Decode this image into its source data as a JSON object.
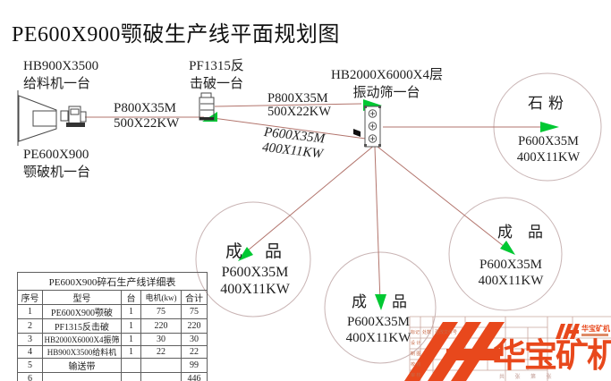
{
  "title": "PE600X900颚破生产线平面规划图",
  "equipment": {
    "feeder": {
      "l1": "HB900X3500",
      "l2": "给料机一台"
    },
    "jaw": {
      "l1": "PE600X900",
      "l2": "颚破机一台"
    },
    "impact": {
      "l1": "PF1315反",
      "l2": "击破一台"
    },
    "screen": {
      "l1": "HB2000X6000X4层",
      "l2": "振动筛一台"
    }
  },
  "conveyors": {
    "feed_to_impact": {
      "model": "P800X35M",
      "power": "500X22KW"
    },
    "impact_to_screen_top": {
      "model": "P800X35M",
      "power": "500X22KW"
    },
    "impact_to_screen_lower": {
      "model": "P600X35M",
      "power": "400X11KW"
    }
  },
  "outputs": [
    {
      "name": "石粉",
      "model": "P600X35M",
      "power": "400X11KW"
    },
    {
      "name": "成品",
      "model": "P600X35M",
      "power": "400X11KW"
    },
    {
      "name": "成品",
      "model": "P600X35M",
      "power": "400X11KW"
    },
    {
      "name": "成品",
      "model": "P600X35M",
      "power": "400X11KW"
    }
  ],
  "table": {
    "title": "PE600X900碎石生产线详细表",
    "headers": [
      "序号",
      "型号",
      "台",
      "电机(kw)",
      "合计"
    ],
    "rows": [
      [
        "1",
        "PE600X900颚破",
        "1",
        "75",
        "75"
      ],
      [
        "2",
        "PF1315反击破",
        "1",
        "220",
        "220"
      ],
      [
        "3",
        "HB2000X6000X4振筛",
        "1",
        "30",
        "30"
      ],
      [
        "4",
        "HB900X3500给料机",
        "1",
        "22",
        "22"
      ],
      [
        "5",
        "输送带",
        "",
        "",
        "99"
      ],
      [
        "6",
        "",
        "",
        "",
        "446"
      ]
    ]
  },
  "titleblock": {
    "labels": {
      "mark": "标记",
      "count": "处数",
      "change_file": "更改文件号",
      "design": "设 计",
      "draw": "制 图",
      "check": "校 核",
      "audit": "审 核"
    },
    "footer": "共 张 第 张",
    "brand": "华宝矿机",
    "brand_small": "华宝矿机"
  },
  "colors": {
    "flow_line": "#b2746c",
    "arrow_green": "#00c832",
    "circle_stroke": "#c9b4b4",
    "brand_orange": "#e8481c"
  }
}
